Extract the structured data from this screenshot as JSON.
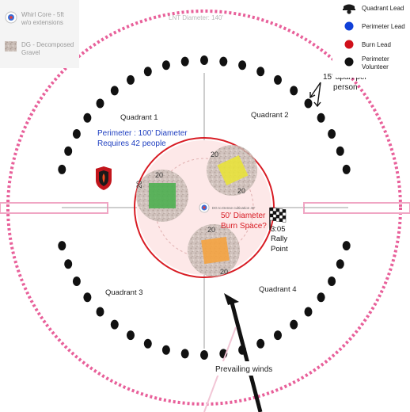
{
  "legend_left": [
    {
      "label_line1": "Whirl Core - 5ft",
      "label_line2": "w/o extensions",
      "icon": "whirl-core-icon"
    },
    {
      "label_line1": "DG - Decomposed",
      "label_line2": "Gravel",
      "icon": "gravel-swatch"
    }
  ],
  "legend_right": [
    {
      "label_line1": "Quadrant Lead",
      "label_line2": "",
      "icon": "quadrant-lead-icon",
      "color": "#1a1a1a"
    },
    {
      "label_line1": "Perimeter Lead",
      "label_line2": "",
      "icon": "blue-dot",
      "color": "#1040d8"
    },
    {
      "label_line1": "Burn Lead",
      "label_line2": "",
      "icon": "red-dot",
      "color": "#d0101a"
    },
    {
      "label_line1": "Perimeter",
      "label_line2": "Volunteer",
      "icon": "black-dot",
      "color": "#111111"
    }
  ],
  "lnt_label": "LNT Diameter: 140'",
  "quadrants": [
    "Quadrant 1",
    "Quadrant 2",
    "Quadrant 3",
    "Quadrant 4"
  ],
  "perimeter_note": {
    "line1": "Perimeter : 100' Diameter",
    "line2": "Requires 42 people"
  },
  "spacing_note": {
    "line1": "15' apart per",
    "line2": "person"
  },
  "burn_note": {
    "line1": "50' Diameter",
    "line2": "Burn Space?"
  },
  "rally": {
    "time": "3:05",
    "line1": "Rally",
    "line2": "Point"
  },
  "wind_label": "Prevailing winds",
  "center_label": "DG to Dense cultivation 40'",
  "pad_labels": {
    "green": [
      "20",
      "20"
    ],
    "yellow": [
      "20",
      "20"
    ],
    "orange": [
      "20",
      "20"
    ]
  },
  "colors": {
    "lnt": "#e8609a",
    "burn": "#d81c24",
    "perimeter_note": "#1f3fc0",
    "burn_note": "#d81c24",
    "volunteer": "#111111"
  }
}
